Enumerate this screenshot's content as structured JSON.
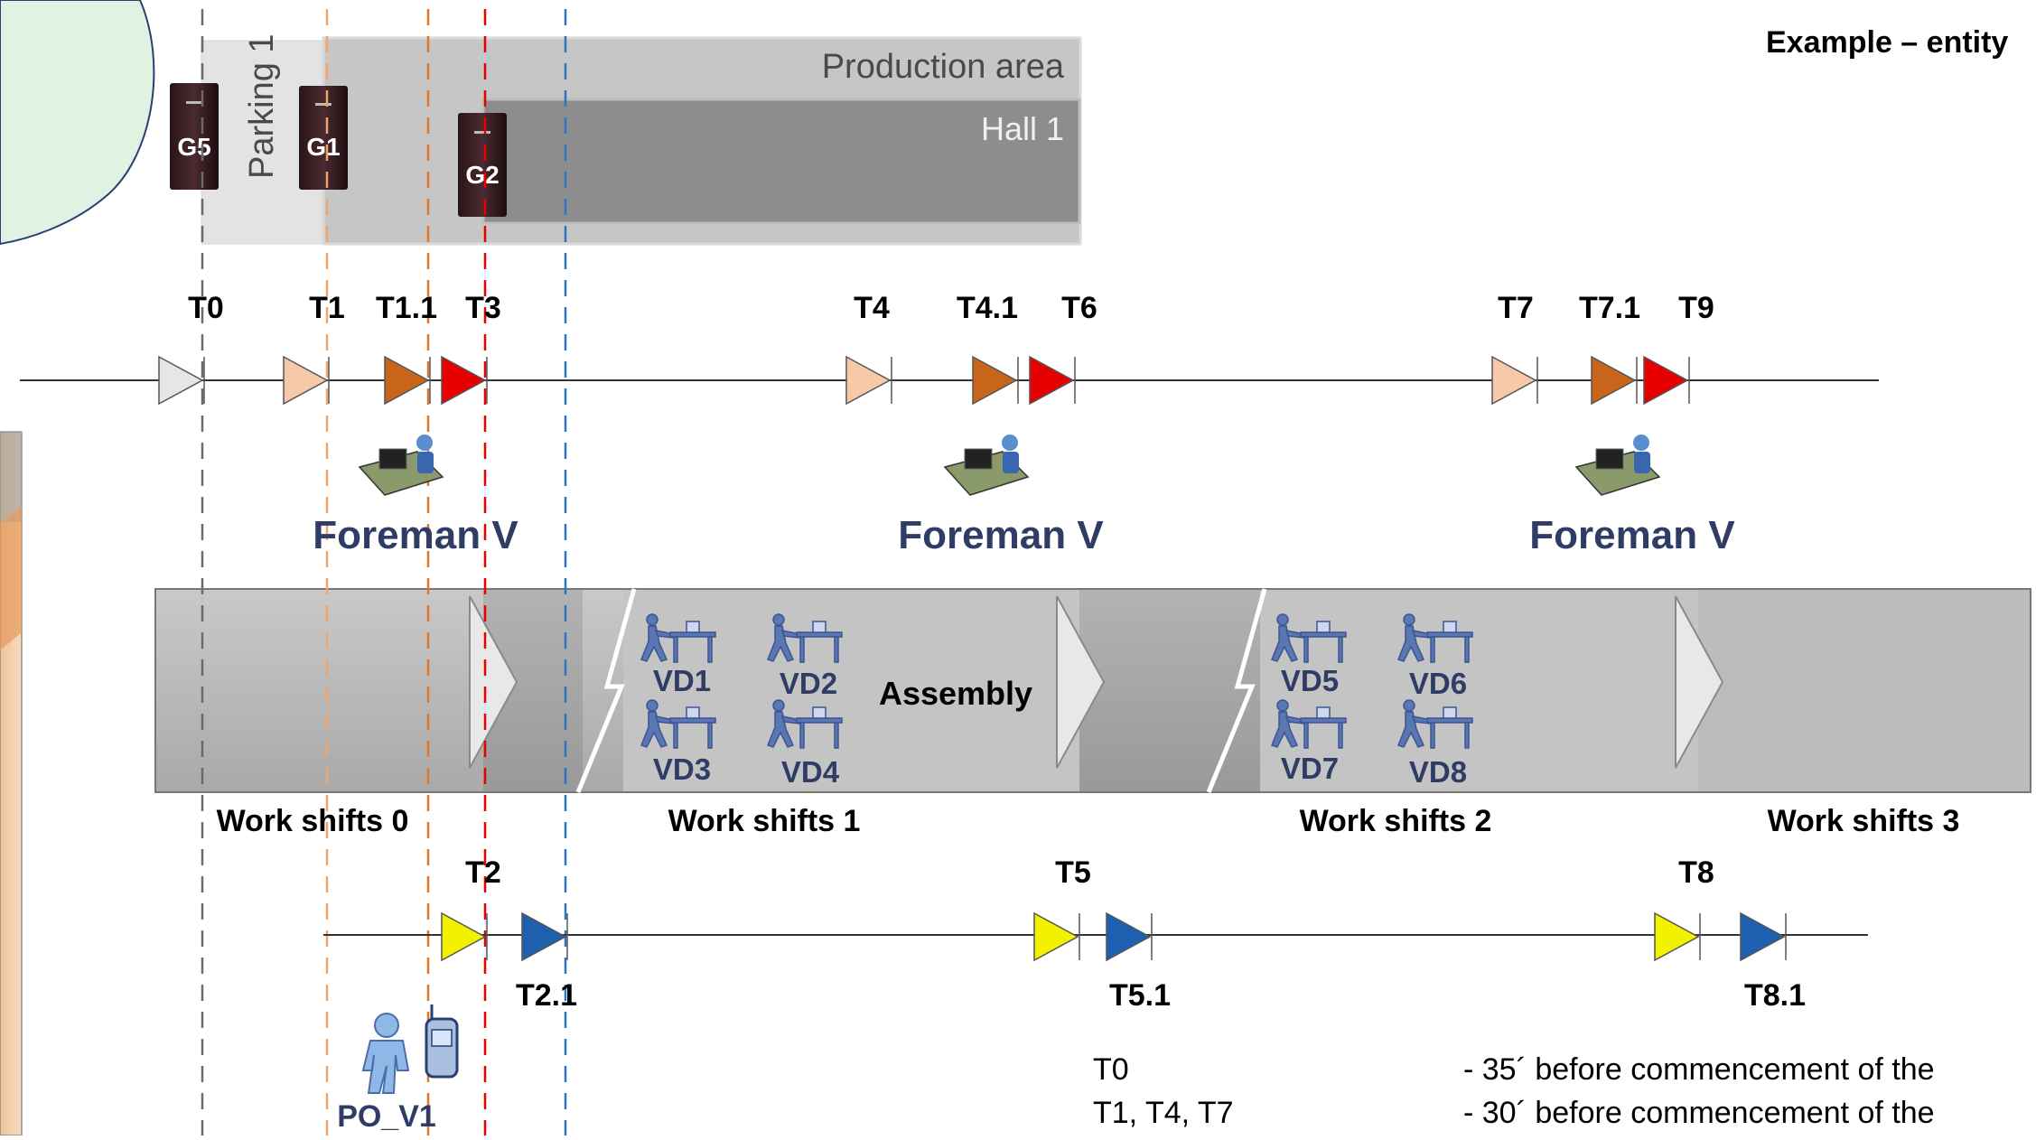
{
  "header": {
    "example_title": "Example – entity"
  },
  "areas": {
    "production_area": "Production area",
    "hall": "Hall 1",
    "parking": "Parking 1"
  },
  "gates": [
    "G5",
    "G1",
    "G2"
  ],
  "top_timeline": {
    "labels": [
      "T0",
      "T1",
      "T1.1",
      "T3",
      "T4",
      "T4.1",
      "T6",
      "T7",
      "T7.1",
      "T9"
    ]
  },
  "foreman_label": "Foreman V",
  "shifts": {
    "labels": [
      "Work shifts 0",
      "Work shifts 1",
      "Work shifts 2",
      "Work shifts 3"
    ],
    "assembly": "Assembly",
    "workers_group1": [
      "VD1",
      "VD2",
      "VD3",
      "VD4"
    ],
    "workers_group2": [
      "VD5",
      "VD6",
      "VD7",
      "VD8"
    ]
  },
  "bottom_timeline": {
    "labels_above": [
      "T2",
      "T5",
      "T8"
    ],
    "labels_below": [
      "T2.1",
      "T5.1",
      "T8.1"
    ]
  },
  "person_label": "PO_V1",
  "legend": [
    {
      "key": "T0",
      "desc": "- 35´ before commencement of the"
    },
    {
      "key": "T1, T4, T7",
      "desc": "- 30´ before commencement of the"
    }
  ],
  "colors": {
    "marker_gray": "#e6e6e6",
    "marker_peach": "#f7c9a8",
    "marker_brown": "#c8651b",
    "marker_red": "#e60000",
    "marker_yellow": "#f2f200",
    "marker_blue": "#1f5fb0",
    "foreman_text": "#2f3d66"
  }
}
